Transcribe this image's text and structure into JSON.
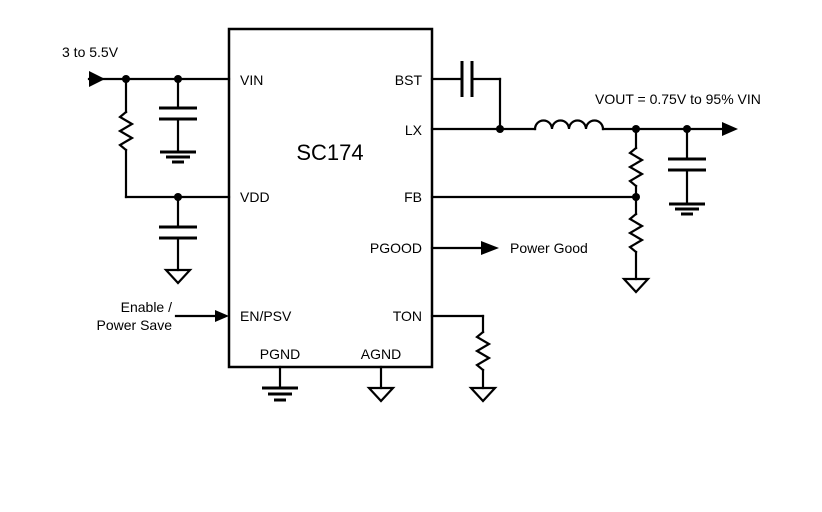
{
  "chip": {
    "name": "SC174",
    "pins": {
      "vin": "VIN",
      "vdd": "VDD",
      "en_psv": "EN/PSV",
      "pgnd": "PGND",
      "agnd": "AGND",
      "bst": "BST",
      "lx": "LX",
      "fb": "FB",
      "pgood": "PGOOD",
      "ton": "TON"
    }
  },
  "labels": {
    "input": "3 to 5.5V",
    "output": "VOUT = 0.75V to 95% VIN",
    "power_good": "Power Good",
    "enable_line1": "Enable /",
    "enable_line2": "Power Save"
  }
}
